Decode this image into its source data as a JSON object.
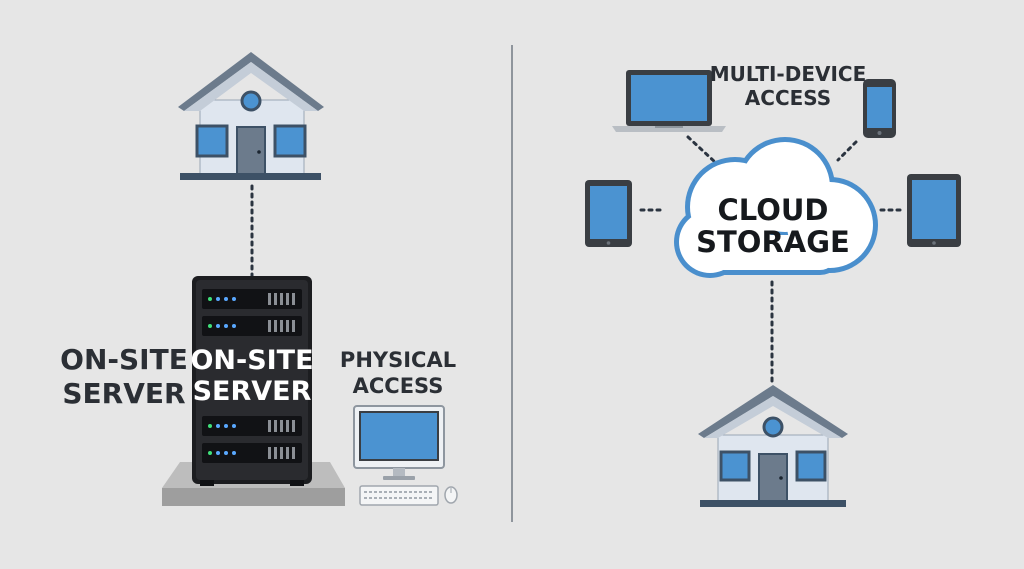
{
  "left_panel": {
    "server_side_label": [
      "ON-SITE",
      "SERVER"
    ],
    "server_rack_label": [
      "ON-SITE",
      "SERVER"
    ],
    "physical_access_label": [
      "PHYSICAL",
      "ACCESS"
    ]
  },
  "right_panel": {
    "multi_device_label": [
      "MULTI-DEVICE",
      "ACCESS"
    ],
    "cloud_label": [
      "CLOUD",
      "STORAGE"
    ]
  },
  "icons": [
    "house-icon",
    "server-rack-icon",
    "desktop-computer-icon",
    "keyboard-icon",
    "mouse-icon",
    "laptop-icon",
    "smartphone-icon",
    "tablet-icon",
    "cloud-icon"
  ],
  "colors": {
    "background": "#e6e6e6",
    "roof": "#6c7b8c",
    "house_wall": "#dfe6ef",
    "screen_blue": "#4b93d1",
    "device_body": "#3a3e43",
    "cloud_outline": "#4a8fcd",
    "rack_body": "#1c1d20",
    "link_dots": "#2b3440"
  }
}
